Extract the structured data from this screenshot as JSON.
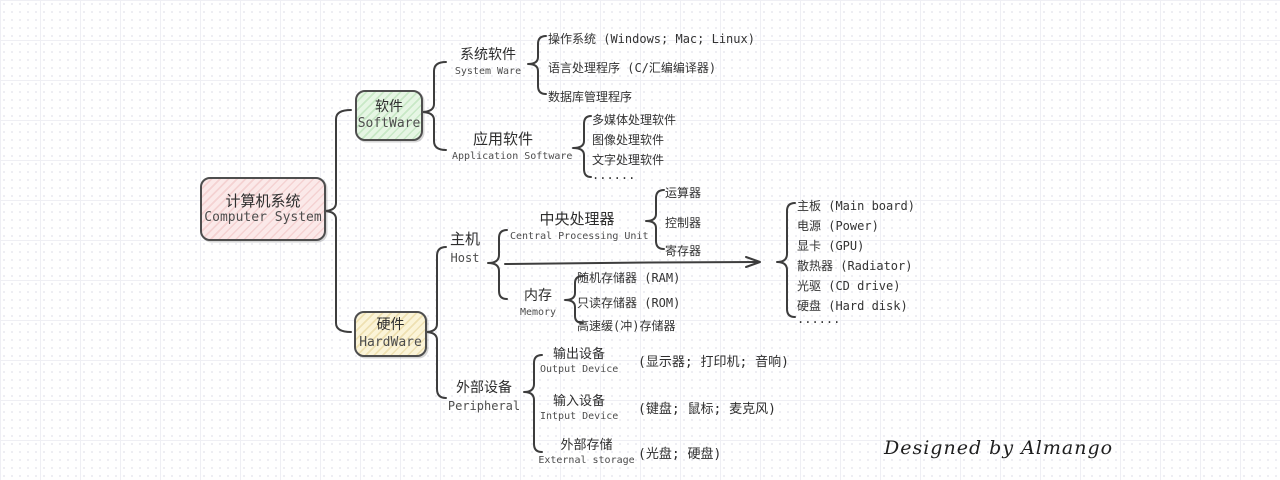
{
  "root": {
    "label_zh": "计算机系统",
    "label_en": "Computer System"
  },
  "software": {
    "label_zh": "软件",
    "label_en": "SoftWare",
    "children": {
      "system_software": {
        "label_zh": "系统软件",
        "label_en": "System Ware",
        "items": [
          "操作系统 (Windows; Mac; Linux)",
          "语言处理程序 (C/汇编编译器)",
          "数据库管理程序"
        ]
      },
      "application_software": {
        "label_zh": "应用软件",
        "label_en": "Application Software",
        "items": [
          "多媒体处理软件",
          "图像处理软件",
          "文字处理软件",
          "......"
        ]
      }
    }
  },
  "hardware": {
    "label_zh": "硬件",
    "label_en": "HardWare",
    "children": {
      "host": {
        "label_zh": "主机",
        "label_en": "Host",
        "cpu": {
          "label_zh": "中央处理器",
          "label_en": "Central Processing Unit",
          "items": [
            "运算器",
            "控制器",
            "寄存器"
          ]
        },
        "memory": {
          "label_zh": "内存",
          "label_en": "Memory",
          "items": [
            "随机存储器 (RAM)",
            "只读存储器 (ROM)",
            "高速缓(冲)存储器"
          ]
        },
        "components": [
          "主板 (Main board)",
          "电源 (Power)",
          "显卡 (GPU)",
          "散热器 (Radiator)",
          "光驱 (CD drive)",
          "硬盘 (Hard disk)",
          "......"
        ]
      },
      "peripheral": {
        "label_zh": "外部设备",
        "label_en": "Peripheral",
        "items": [
          {
            "label_zh": "输出设备",
            "label_en": "Output Device",
            "examples": "(显示器; 打印机; 音响)"
          },
          {
            "label_zh": "输入设备",
            "label_en": "Intput Device",
            "examples": "(键盘; 鼠标; 麦克风)"
          },
          {
            "label_zh": "外部存储",
            "label_en": "External storage",
            "examples": "(光盘; 硬盘)"
          }
        ]
      }
    }
  },
  "signature": "Designed by Almango",
  "colors": {
    "root_fill": "#fbe9e9",
    "software_fill": "#e6f6e4",
    "hardware_fill": "#fbf4d8",
    "stroke": "#3d3d3d",
    "grid_line": "#efeff4",
    "grid_dot": "#e8e8ef"
  }
}
